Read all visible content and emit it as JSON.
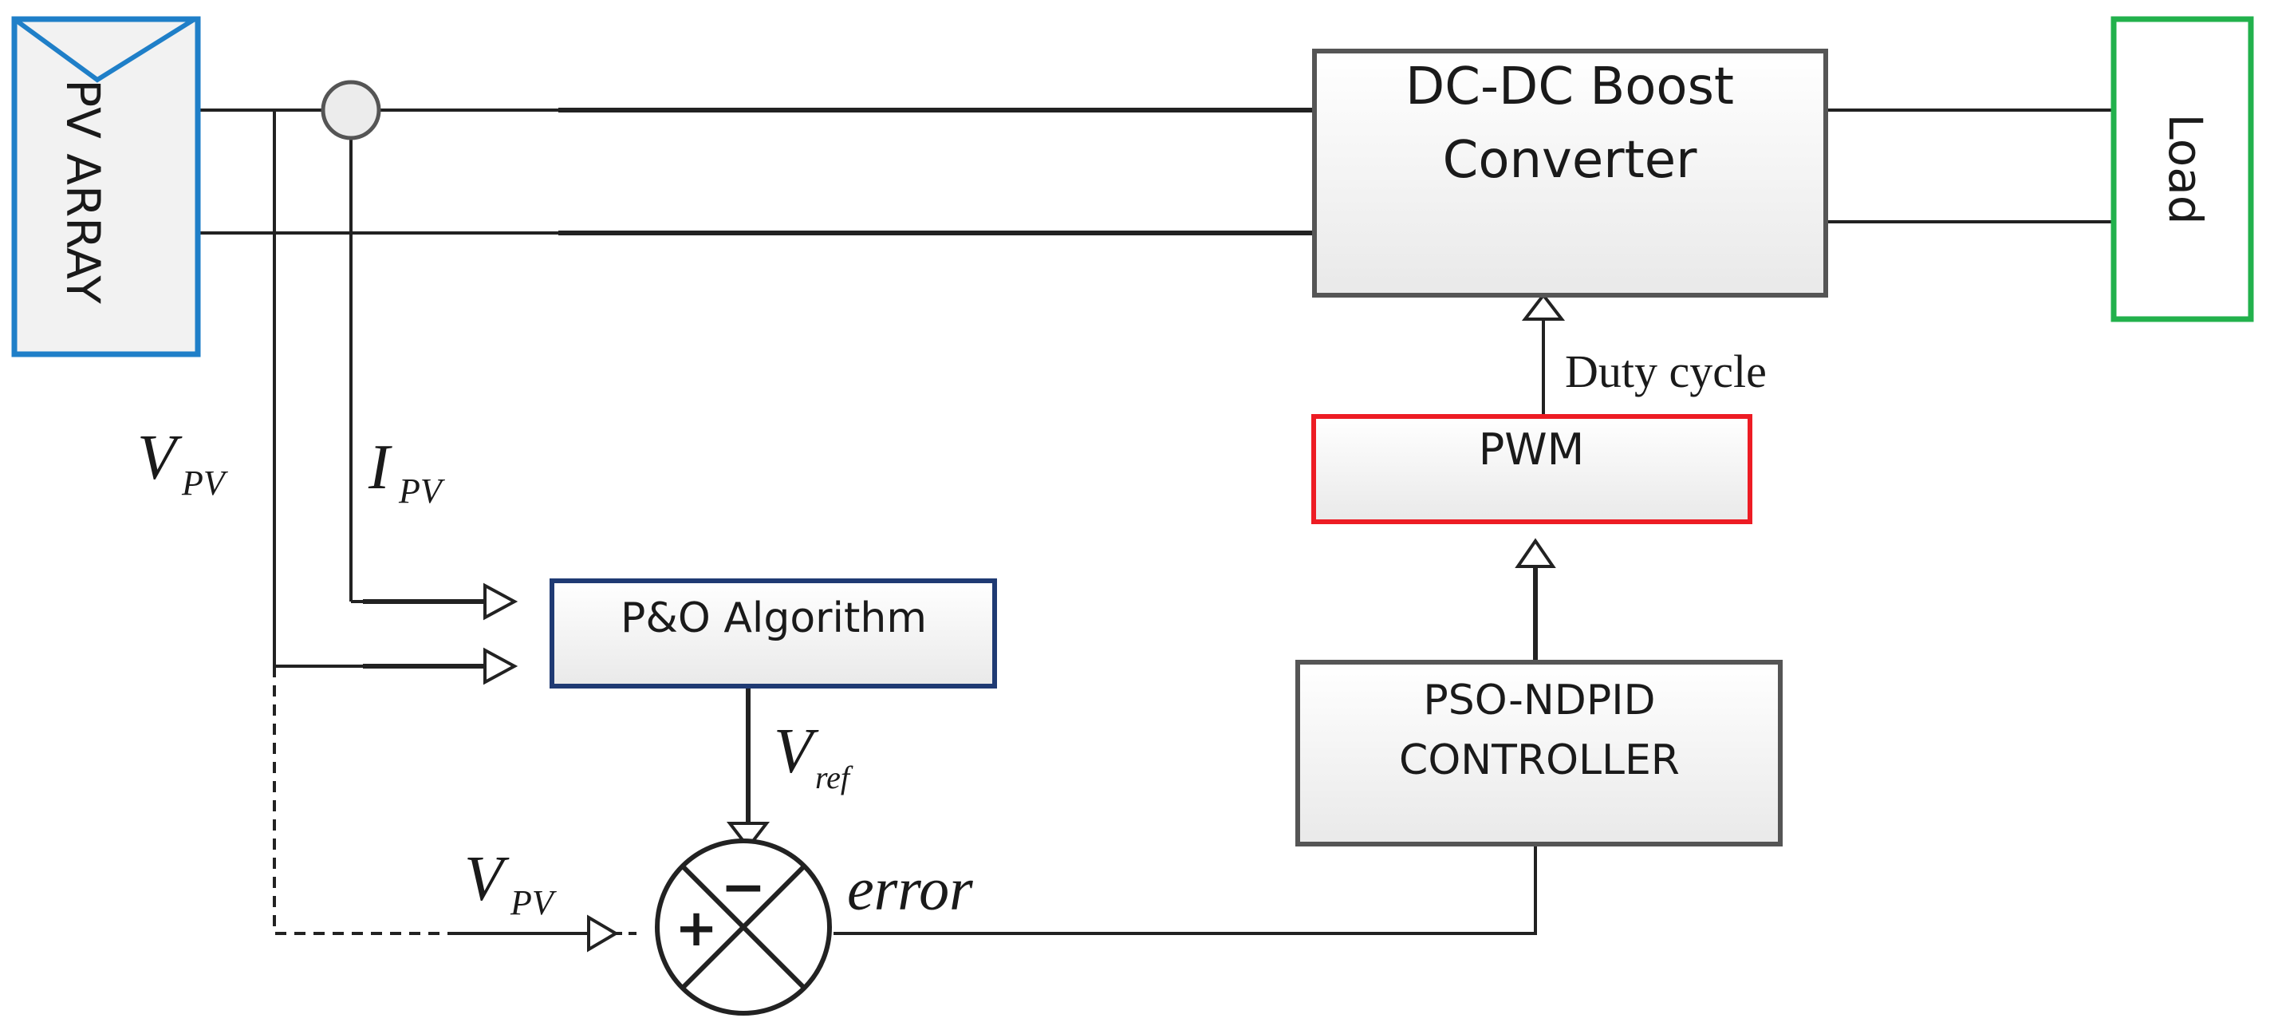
{
  "blocks": {
    "pv_array": {
      "label": "PV ARRAY",
      "border": "#1f7fc8"
    },
    "converter": {
      "line1": "DC-DC Boost",
      "line2": "Converter",
      "border": "#555555"
    },
    "load": {
      "label": "Load",
      "border": "#22b14c"
    },
    "pwm": {
      "label": "PWM",
      "border": "#ed1c24"
    },
    "po_algorithm": {
      "label": "P&O Algorithm",
      "border": "#1f3a73"
    },
    "controller": {
      "line1": "PSO-NDPID",
      "line2": "CONTROLLER",
      "border": "#555555"
    }
  },
  "signals": {
    "duty_cycle": "Duty cycle",
    "v_pv_top": {
      "main": "V",
      "sub": "PV"
    },
    "i_pv": {
      "main": "I",
      "sub": "PV"
    },
    "v_ref": {
      "main": "V",
      "sub": "ref"
    },
    "v_pv_bottom": {
      "main": "V",
      "sub": "PV"
    },
    "error": "error"
  },
  "summing_junction": {
    "plus": "+",
    "minus": "−"
  },
  "colors": {
    "block_fill": "#f2f2f2",
    "wire": "#222222"
  }
}
